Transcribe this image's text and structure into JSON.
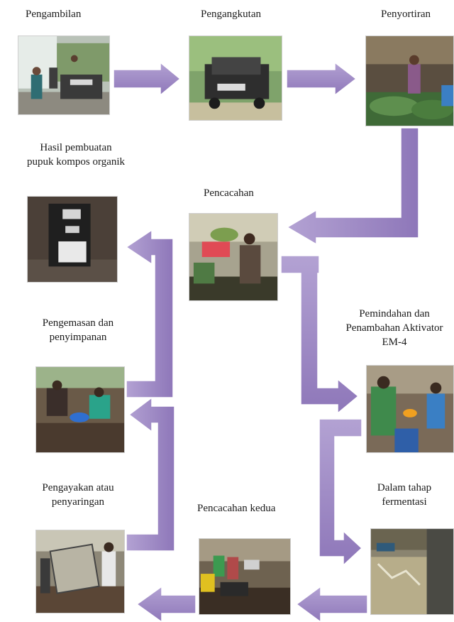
{
  "colors": {
    "arrow_fill": "#9b86c2",
    "arrow_light": "#c4b5dd",
    "arrow_stroke": "#ffffff"
  },
  "steps": {
    "pengambilan": {
      "label": "Pengambilan",
      "photo_icon": "collection-photo"
    },
    "pengangkutan": {
      "label": "Pengangkutan",
      "photo_icon": "truck-photo"
    },
    "penyortiran": {
      "label": "Penyortiran",
      "photo_icon": "sorting-photo"
    },
    "pencacahan": {
      "label": "Pencacahan",
      "photo_icon": "chopping-photo"
    },
    "hasil": {
      "label_line1": "Hasil pembuatan",
      "label_line2": "pupuk kompos organik",
      "photo_icon": "compost-bags-photo"
    },
    "pengemasan": {
      "label_line1": "Pengemasan dan",
      "label_line2": "penyimpanan",
      "photo_icon": "packing-photo"
    },
    "pemindahan": {
      "label_line1": "Pemindahan dan",
      "label_line2": "Penambahan Aktivator",
      "label_line3": "EM-4",
      "photo_icon": "activator-photo"
    },
    "pengayakan": {
      "label_line1": "Pengayakan atau",
      "label_line2": "penyaringan",
      "photo_icon": "sieving-photo"
    },
    "pencacahan_kedua": {
      "label": "Pencacahan kedua",
      "photo_icon": "second-chopping-photo"
    },
    "fermentasi": {
      "label_line1": "Dalam tahap",
      "label_line2": "fermentasi",
      "photo_icon": "fermentation-photo"
    }
  }
}
